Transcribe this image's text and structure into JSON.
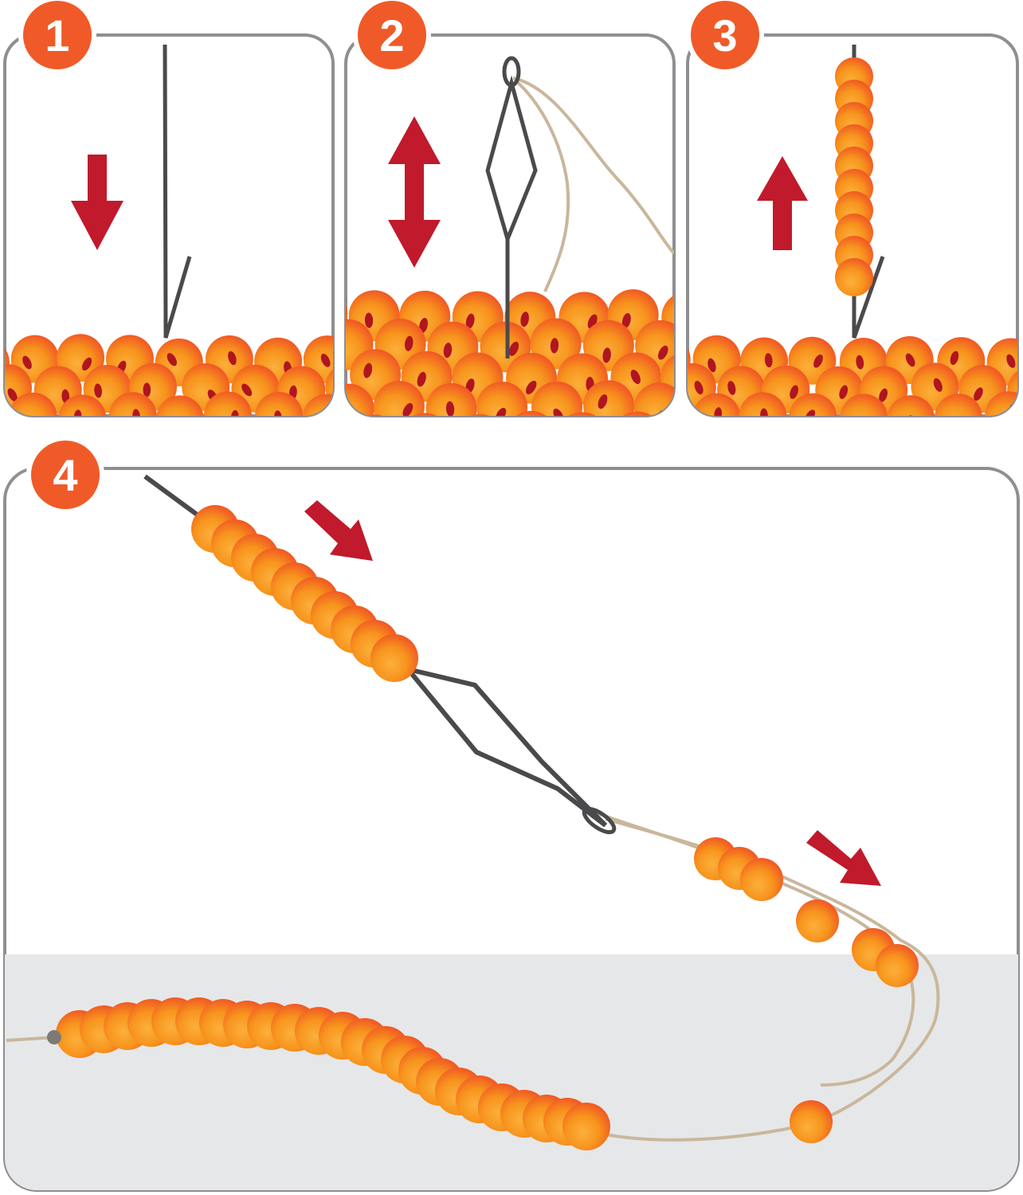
{
  "colors": {
    "badge": "#f05a28",
    "panel_border": "#8e8e93",
    "arrow": "#c01a2c",
    "needle": "#4a4a4c",
    "thread": "#c9b79c",
    "bead_light": "#fbb03b",
    "bead_mid": "#f7941d",
    "bead_dark": "#f15a24",
    "bead_hole": "#b1151f",
    "table": "#e6e7e8"
  },
  "steps": [
    {
      "number": "1",
      "icon": "needle-dip-icon",
      "arrow": "down-arrow-icon"
    },
    {
      "number": "2",
      "icon": "needle-twist-icon",
      "arrow": "up-down-arrow-icon"
    },
    {
      "number": "3",
      "icon": "needle-lift-icon",
      "arrow": "up-arrow-icon"
    },
    {
      "number": "4",
      "icon": "bead-transfer-icon",
      "arrow": "diagonal-arrow-icon"
    }
  ]
}
